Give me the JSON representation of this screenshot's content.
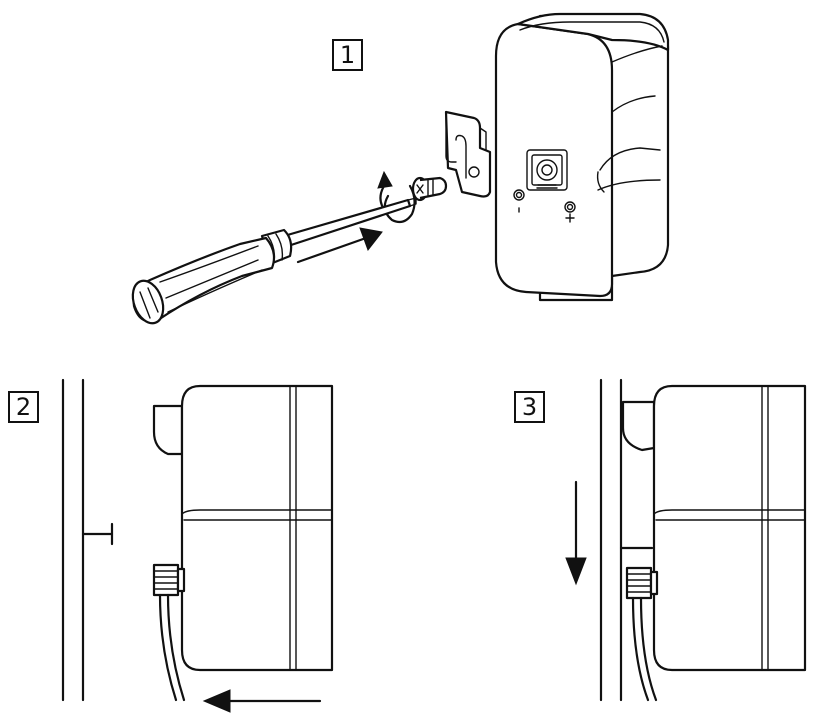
{
  "steps": [
    {
      "label": "1"
    },
    {
      "label": "2"
    },
    {
      "label": "3"
    }
  ],
  "icons": {
    "screwdriver": "screwdriver-icon",
    "screw": "screw-icon",
    "bracket": "wall-bracket-icon",
    "device": "device-housing-icon",
    "push_arrow": "arrow-right-icon",
    "rotate_arrow": "rotate-arrow-icon",
    "slide_down_arrow": "arrow-down-icon",
    "pull_left_arrow": "arrow-left-icon"
  },
  "colors": {
    "line": "#111111",
    "background": "#ffffff"
  }
}
